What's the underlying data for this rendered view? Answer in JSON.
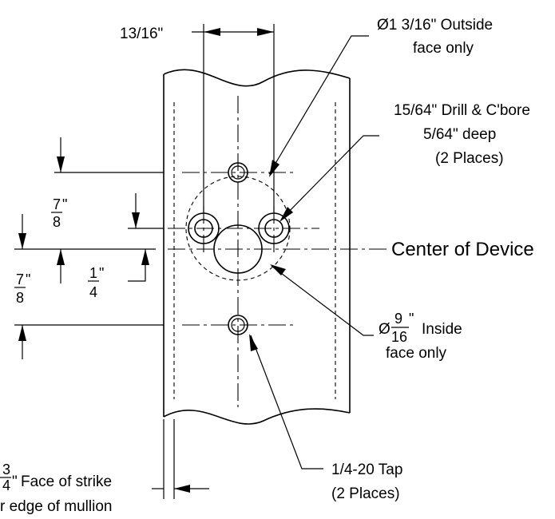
{
  "labels": {
    "width_dim": "13/16\"",
    "outside_dia": "Ø1 3/16\" Outside",
    "outside_face": "face only",
    "drill_line1": "15/64\" Drill & C'bore",
    "drill_line2": "5/64\" deep",
    "drill_line3": "(2 Places)",
    "center": "Center of Device",
    "dim_top": {
      "num": "7",
      "den": "8",
      "unit": "\""
    },
    "dim_quarter": {
      "num": "1",
      "den": "4",
      "unit": "\""
    },
    "dim_bottom": {
      "num": "7",
      "den": "8",
      "unit": "\""
    },
    "inside_prefix": "Ø",
    "inside_frac": {
      "num": "9",
      "den": "16",
      "unit": "\""
    },
    "inside_suffix": "Inside",
    "inside_face": "face only",
    "tap_line1": "1/4-20 Tap",
    "tap_line2": "(2 Places)",
    "strike_frac": {
      "num": "3",
      "den": "4",
      "unit": "\""
    },
    "strike_line1": "Face of strike",
    "strike_line2": "r edge of mullion"
  }
}
